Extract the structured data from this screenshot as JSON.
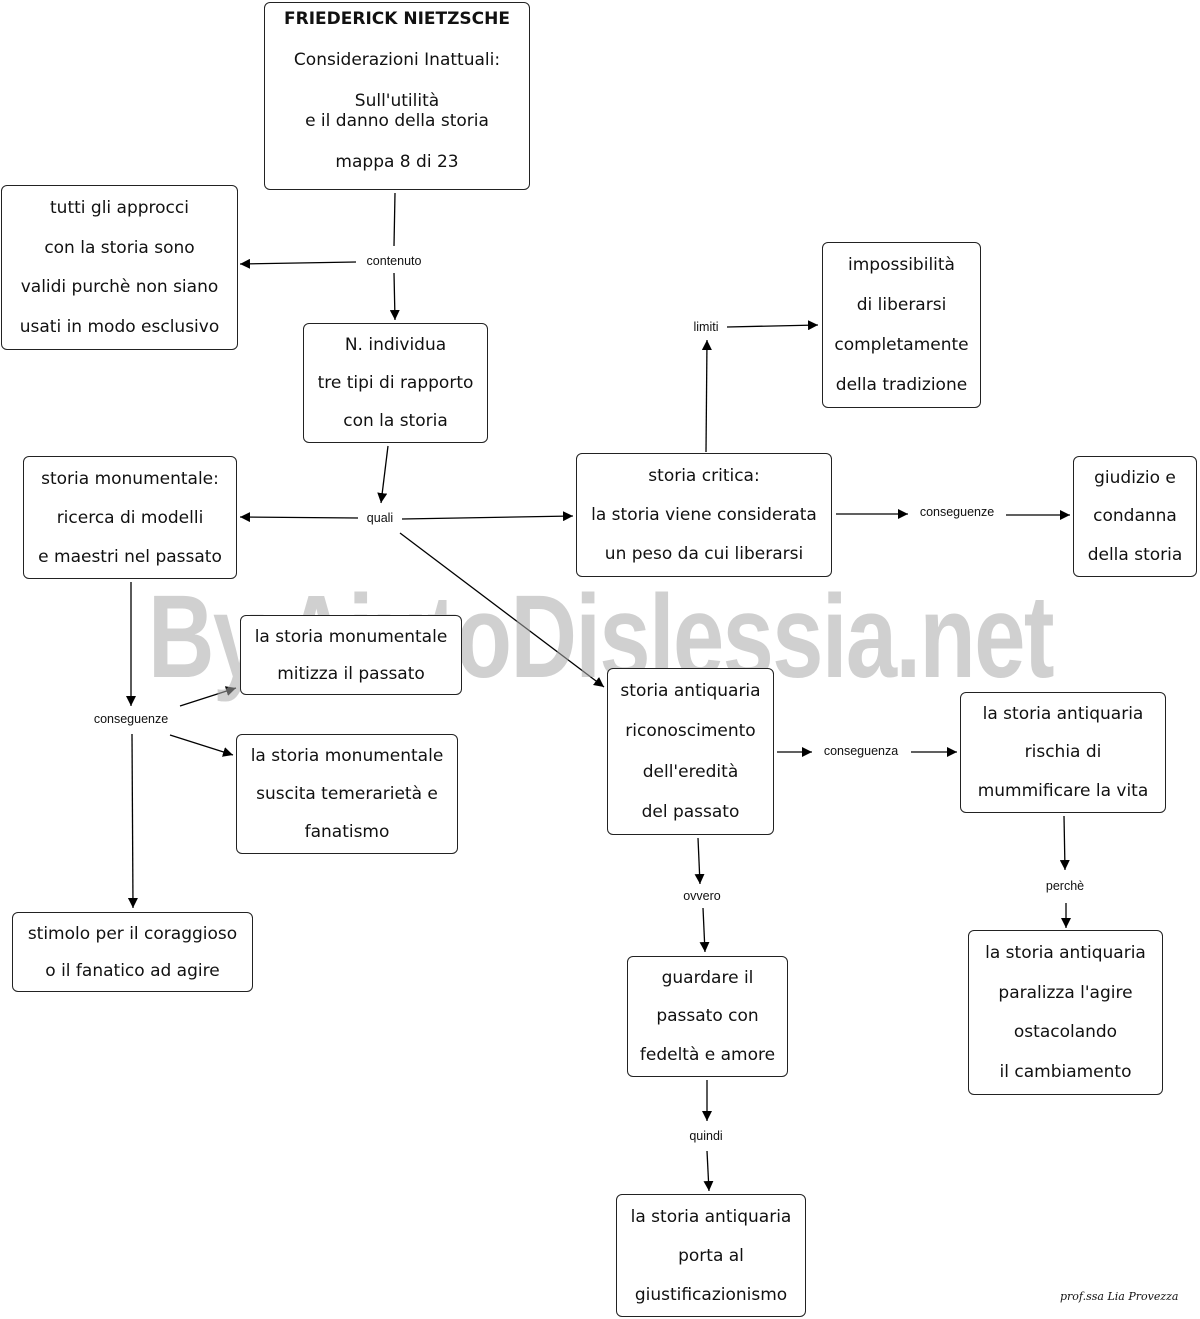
{
  "title_box": {
    "author": "FRIEDERICK NIETZSCHE",
    "work": "Considerazioni Inattuali:",
    "subtitle_1": "Sull'utilità",
    "subtitle_2": "e il danno della storia",
    "map_number": "mappa 8 di 23"
  },
  "nodes": {
    "approcci": [
      "tutti gli approcci",
      "con la storia sono",
      "validi purchè non  siano",
      "usati in modo esclusivo"
    ],
    "individua": [
      "N. individua",
      "tre tipi di rapporto",
      "con la storia"
    ],
    "impossibilita": [
      "impossibilità",
      "di liberarsi",
      "completamente",
      "della tradizione"
    ],
    "monumentale": [
      "storia monumentale:",
      "ricerca di modelli",
      "e maestri nel passato"
    ],
    "critica": [
      "storia critica:",
      "la storia viene considerata",
      "un peso da cui liberarsi"
    ],
    "giudizio": [
      "giudizio e",
      "condanna",
      "della storia"
    ],
    "mitizza": [
      "la storia monumentale",
      "mitizza il passato"
    ],
    "temerarieta": [
      "la storia monumentale",
      "suscita temerarietà e",
      "fanatismo"
    ],
    "stimolo": [
      "stimolo per il coraggioso",
      "o il fanatico ad agire"
    ],
    "antiquaria": [
      "storia antiquaria",
      "riconoscimento",
      "dell'eredità",
      "del passato"
    ],
    "mummificare": [
      "la storia antiquaria",
      "rischia di",
      "mummificare  la vita"
    ],
    "guardare": [
      "guardare il",
      "passato con",
      "fedeltà e amore"
    ],
    "paralizza": [
      "la storia antiquaria",
      "paralizza l'agire",
      "ostacolando",
      "il cambiamento"
    ],
    "giustificazionismo": [
      "la storia antiquaria",
      "porta al",
      "giustificazionismo"
    ]
  },
  "labels": {
    "contenuto": "contenuto",
    "limiti": "limiti",
    "quali": "quali",
    "conseguenze_critica": "conseguenze",
    "conseguenze_monumentale": "conseguenze",
    "conseguenza_antiquaria": "conseguenza",
    "perche": "perchè",
    "ovvero": "ovvero",
    "quindi": "quindi"
  },
  "watermark": "By AiutoDislessia.net",
  "signature": "prof.ssa Lia Provezza"
}
